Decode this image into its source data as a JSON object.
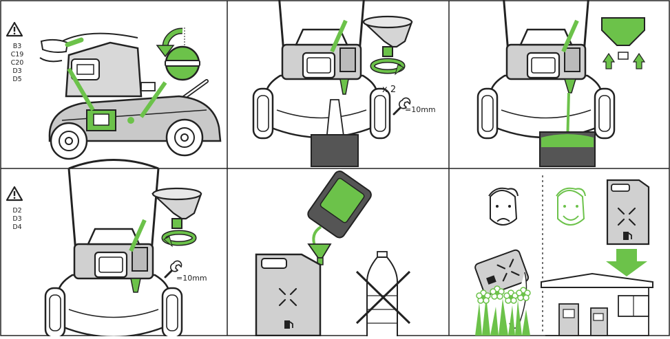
{
  "panels": [
    {
      "id": "p1",
      "warning_codes": [
        "B3",
        "C19",
        "C20",
        "D3",
        "D5"
      ]
    },
    {
      "id": "p2",
      "multiplier": "x 2",
      "wrench_size": "=10mm"
    },
    {
      "id": "p3"
    },
    {
      "id": "p4",
      "warning_codes": [
        "D2",
        "D3",
        "D4"
      ],
      "wrench_size": "=10mm"
    },
    {
      "id": "p5"
    },
    {
      "id": "p6"
    }
  ],
  "colors": {
    "accent": "#6cc24a",
    "line": "#222222",
    "mower": "#c9c9c9",
    "box": "#555555"
  }
}
